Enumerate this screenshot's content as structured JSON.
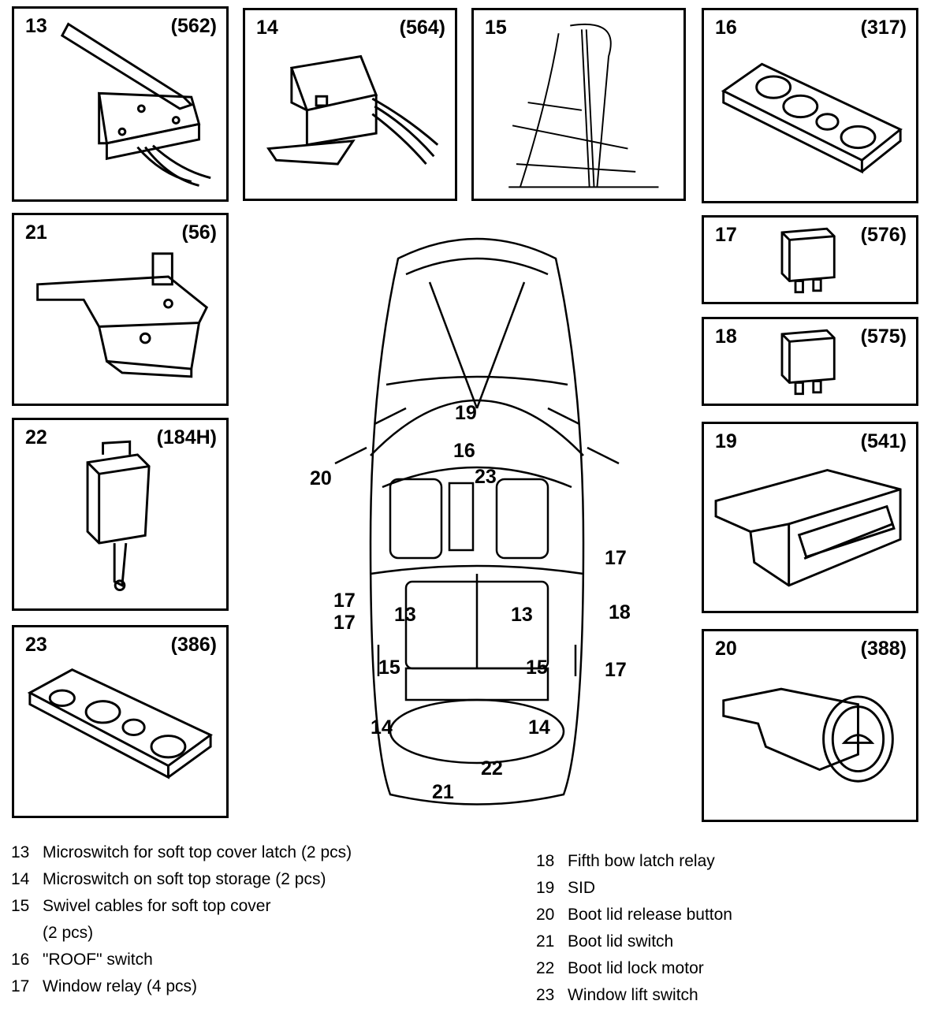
{
  "panels": {
    "p13": {
      "num": "13",
      "code": "(562)"
    },
    "p14": {
      "num": "14",
      "code": "(564)"
    },
    "p15": {
      "num": "15",
      "code": ""
    },
    "p16": {
      "num": "16",
      "code": "(317)"
    },
    "p21": {
      "num": "21",
      "code": "(56)"
    },
    "p17": {
      "num": "17",
      "code": "(576)"
    },
    "p18": {
      "num": "18",
      "code": "(575)"
    },
    "p22": {
      "num": "22",
      "code": "(184H)"
    },
    "p19": {
      "num": "19",
      "code": "(541)"
    },
    "p23": {
      "num": "23",
      "code": "(386)"
    },
    "p20": {
      "num": "20",
      "code": "(388)"
    }
  },
  "car_labels": {
    "l19": "19",
    "l16": "16",
    "l23": "23",
    "l20": "20",
    "l17a": "17",
    "l17b": "17",
    "l17c": "17",
    "l17d": "17",
    "l13a": "13",
    "l13b": "13",
    "l18": "18",
    "l15a": "15",
    "l15b": "15",
    "l14a": "14",
    "l14b": "14",
    "l22": "22",
    "l21": "21"
  },
  "legend_left": [
    {
      "num": "13",
      "text": "Microswitch for soft top cover latch (2 pcs)"
    },
    {
      "num": "14",
      "text": "Microswitch on soft top storage (2 pcs)"
    },
    {
      "num": "15",
      "text": "Swivel cables for soft top cover"
    },
    {
      "num": "",
      "text": "(2 pcs)"
    },
    {
      "num": "16",
      "text": "\"ROOF\" switch"
    },
    {
      "num": "17",
      "text": "Window relay (4 pcs)"
    }
  ],
  "legend_right": [
    {
      "num": "18",
      "text": "Fifth bow latch relay"
    },
    {
      "num": "19",
      "text": "SID"
    },
    {
      "num": "20",
      "text": "Boot lid release button"
    },
    {
      "num": "21",
      "text": "Boot lid switch"
    },
    {
      "num": "22",
      "text": "Boot lid lock motor"
    },
    {
      "num": "23",
      "text": "Window lift switch"
    }
  ]
}
